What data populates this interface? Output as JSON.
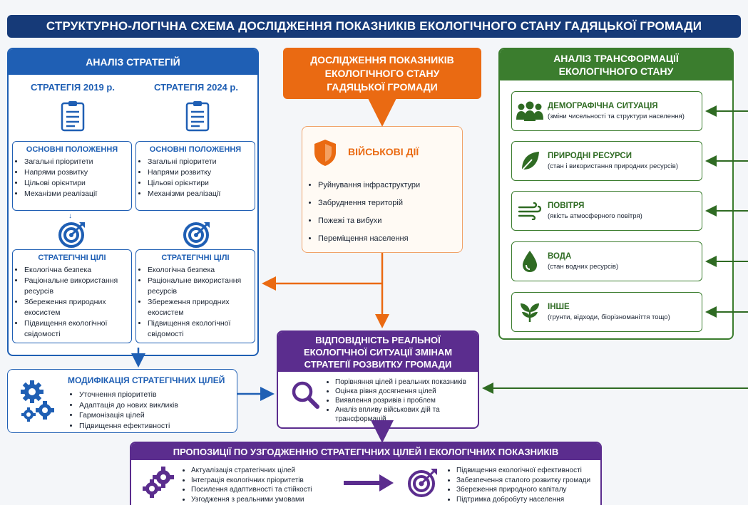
{
  "title": "СТРУКТУРНО-ЛОГІЧНА СХЕМА ДОСЛІДЖЕННЯ ПОКАЗНИКІВ ЕКОЛОГІЧНОГО СТАНУ ГАДЯЦЬКОЇ ГРОМАДИ",
  "colors": {
    "navy": "#163a78",
    "blue": "#1f5fb4",
    "orange": "#ea6a12",
    "green": "#3b7d2e",
    "purple": "#5b2d8e"
  },
  "strategies": {
    "header": "АНАЛІЗ СТРАТЕГІЙ",
    "columns": [
      {
        "title": "СТРАТЕГІЯ 2019 р.",
        "provisions_title": "ОСНОВНІ ПОЛОЖЕННЯ",
        "provisions": [
          "Загальні пріоритети",
          "Напрями розвитку",
          "Цільові орієнтири",
          "Механізми реалізації"
        ],
        "goals_title": "СТРАТЕГІЧНІ ЦІЛІ",
        "goals": [
          "Екологічна безпека",
          "Раціональне використання ресурсів",
          "Збереження природних екосистем",
          "Підвищення екологічної свідомості"
        ]
      },
      {
        "title": "СТРАТЕГІЯ 2024 р.",
        "provisions_title": "ОСНОВНІ ПОЛОЖЕННЯ",
        "provisions": [
          "Загальні пріоритети",
          "Напрями розвитку",
          "Цільові орієнтири",
          "Механізми реалізації"
        ],
        "goals_title": "СТРАТЕГІЧНІ ЦІЛІ",
        "goals": [
          "Екологічна безпека",
          "Раціональне використання ресурсів",
          "Збереження природних екосистем",
          "Підвищення екологічної свідомості"
        ]
      }
    ]
  },
  "research": {
    "title": "ДОСЛІДЖЕННЯ ПОКАЗНИКІВ ЕКОЛОГІЧНОГО СТАНУ ГАДЯЦЬКОЇ ГРОМАДИ",
    "military_title": "ВІЙСЬКОВІ ДІЇ",
    "military_items": [
      "Руйнування інфраструктури",
      "Забруднення територій",
      "Пожежі та вибухи",
      "Переміщення населення"
    ]
  },
  "transformation": {
    "header": "АНАЛІЗ ТРАНСФОРМАЦІЇ ЕКОЛОГІЧНОГО СТАНУ",
    "items": [
      {
        "title": "ДЕМОГРАФІЧНА СИТУАЦІЯ",
        "desc": "(зміни чисельності та структури населення)",
        "icon": "people-icon"
      },
      {
        "title": "ПРИРОДНІ РЕСУРСИ",
        "desc": "(стан і використання природних ресурсів)",
        "icon": "leaf-icon"
      },
      {
        "title": "ПОВІТРЯ",
        "desc": "(якість атмосферного повітря)",
        "icon": "wind-icon"
      },
      {
        "title": "ВОДА",
        "desc": "(стан водних ресурсів)",
        "icon": "drop-icon"
      },
      {
        "title": "ІНШЕ",
        "desc": "(грунти, відходи, біорізноманіття тощо)",
        "icon": "plant-icon"
      }
    ]
  },
  "modification": {
    "title": "МОДИФІКАЦІЯ СТРАТЕГІЧНИХ ЦІЛЕЙ",
    "items": [
      "Уточнення пріоритетів",
      "Адаптація до нових викликів",
      "Гармонізація цілей",
      "Підвищення ефективності"
    ]
  },
  "correspondence": {
    "title": "ВІДПОВІДНІСТЬ РЕАЛЬНОЇ ЕКОЛОГІЧНОЇ СИТУАЦІЇ ЗМІНАМ СТРАТЕГІЇ РОЗВИТКУ ГРОМАДИ",
    "items": [
      "Порівняння цілей і реальних показників",
      "Оцінка рівня досягнення цілей",
      "Виявлення розривів і проблем",
      "Аналіз впливу військових дій та трансформацій"
    ]
  },
  "proposals": {
    "title": "ПРОПОЗИЦІЇ ПО УЗГОДЖЕННЮ СТРАТЕГІЧНИХ ЦІЛЕЙ І ЕКОЛОГІЧНИХ ПОКАЗНИКІВ",
    "left": [
      "Актуалізація стратегічних цілей",
      "Інтеграція екологічних пріоритетів",
      "Посилення адаптивності та стійкості",
      "Узгодження з реальними умовами"
    ],
    "right": [
      "Підвищення екологічної ефективності",
      "Забезпечення сталого розвитку громади",
      "Збереження природного капіталу",
      "Підтримка добробуту населення"
    ]
  }
}
